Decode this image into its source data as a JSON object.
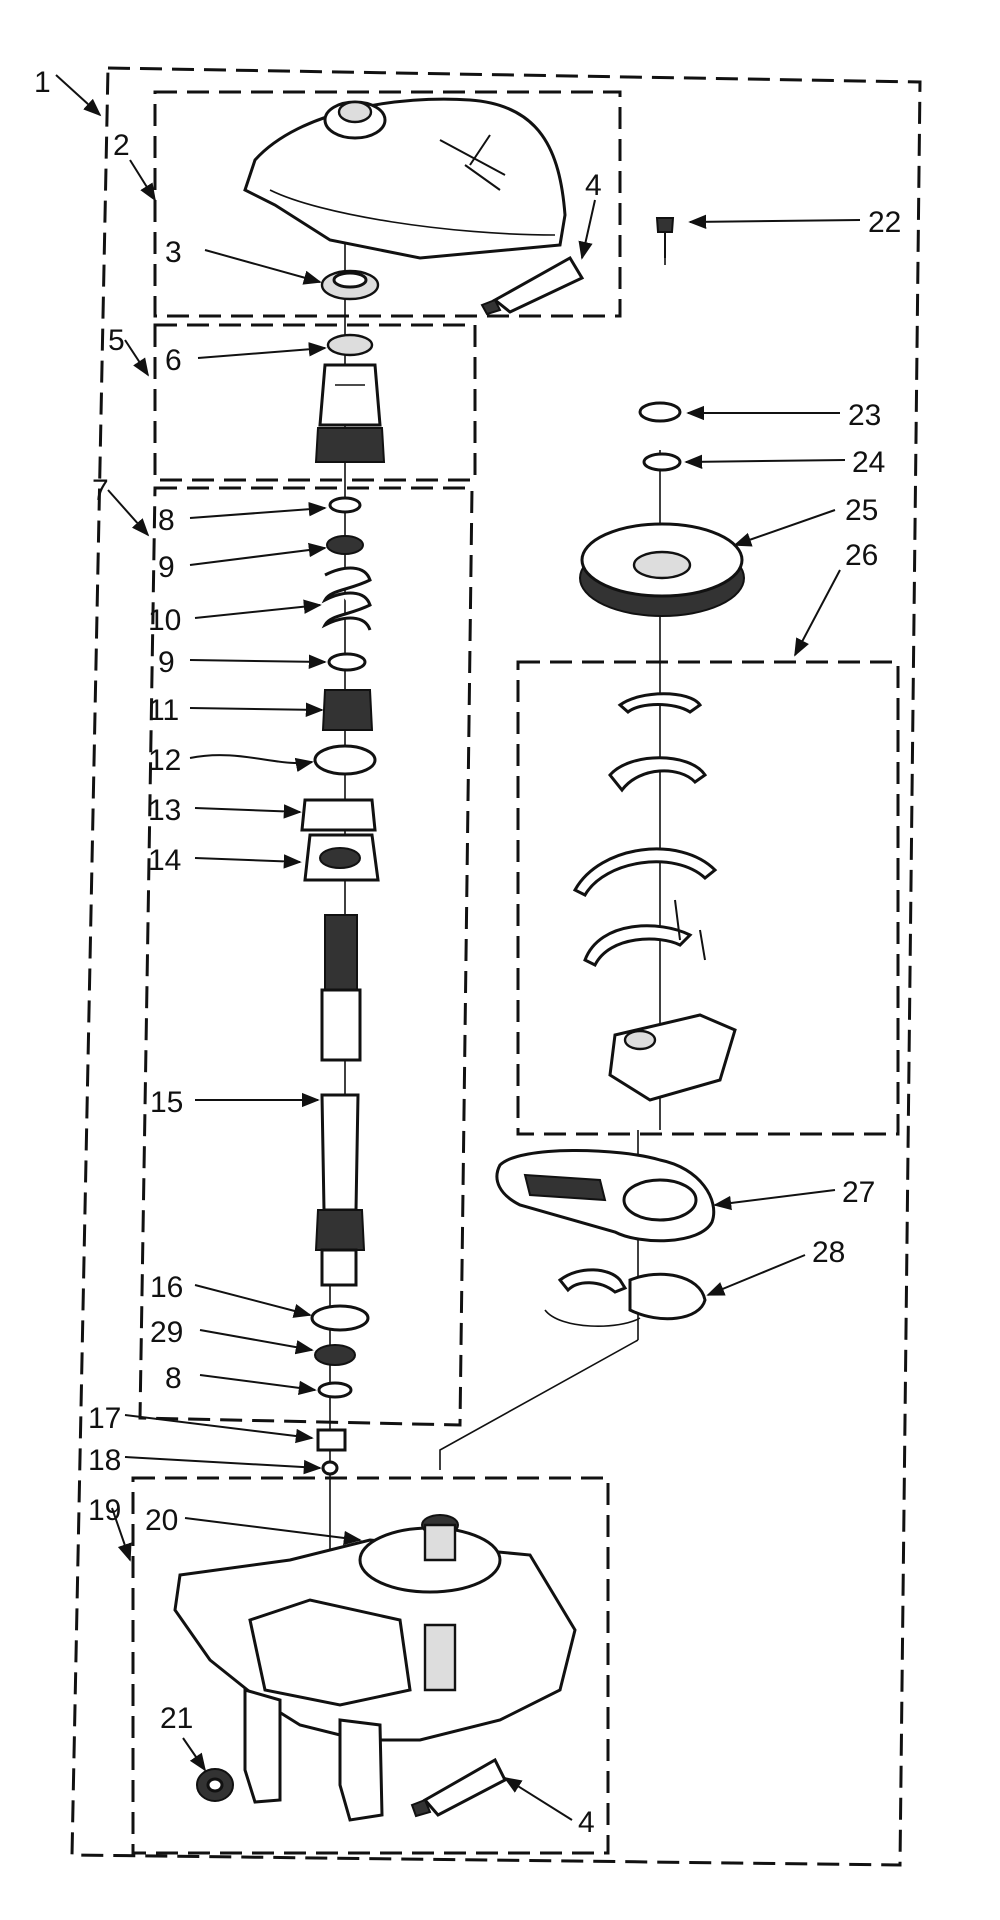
{
  "diagram": {
    "labels": {
      "l1": "1",
      "l2": "2",
      "l3": "3",
      "l4a": "4",
      "l4b": "4",
      "l5": "5",
      "l6": "6",
      "l7": "7",
      "l8a": "8",
      "l8b": "8",
      "l9a": "9",
      "l9b": "9",
      "l10": "10",
      "l11": "11",
      "l12": "12",
      "l13": "13",
      "l14": "14",
      "l15": "15",
      "l16": "16",
      "l17": "17",
      "l18": "18",
      "l19": "19",
      "l20": "20",
      "l21": "21",
      "l22": "22",
      "l23": "23",
      "l24": "24",
      "l25": "25",
      "l26": "26",
      "l27": "27",
      "l28": "28",
      "l29": "29"
    }
  }
}
